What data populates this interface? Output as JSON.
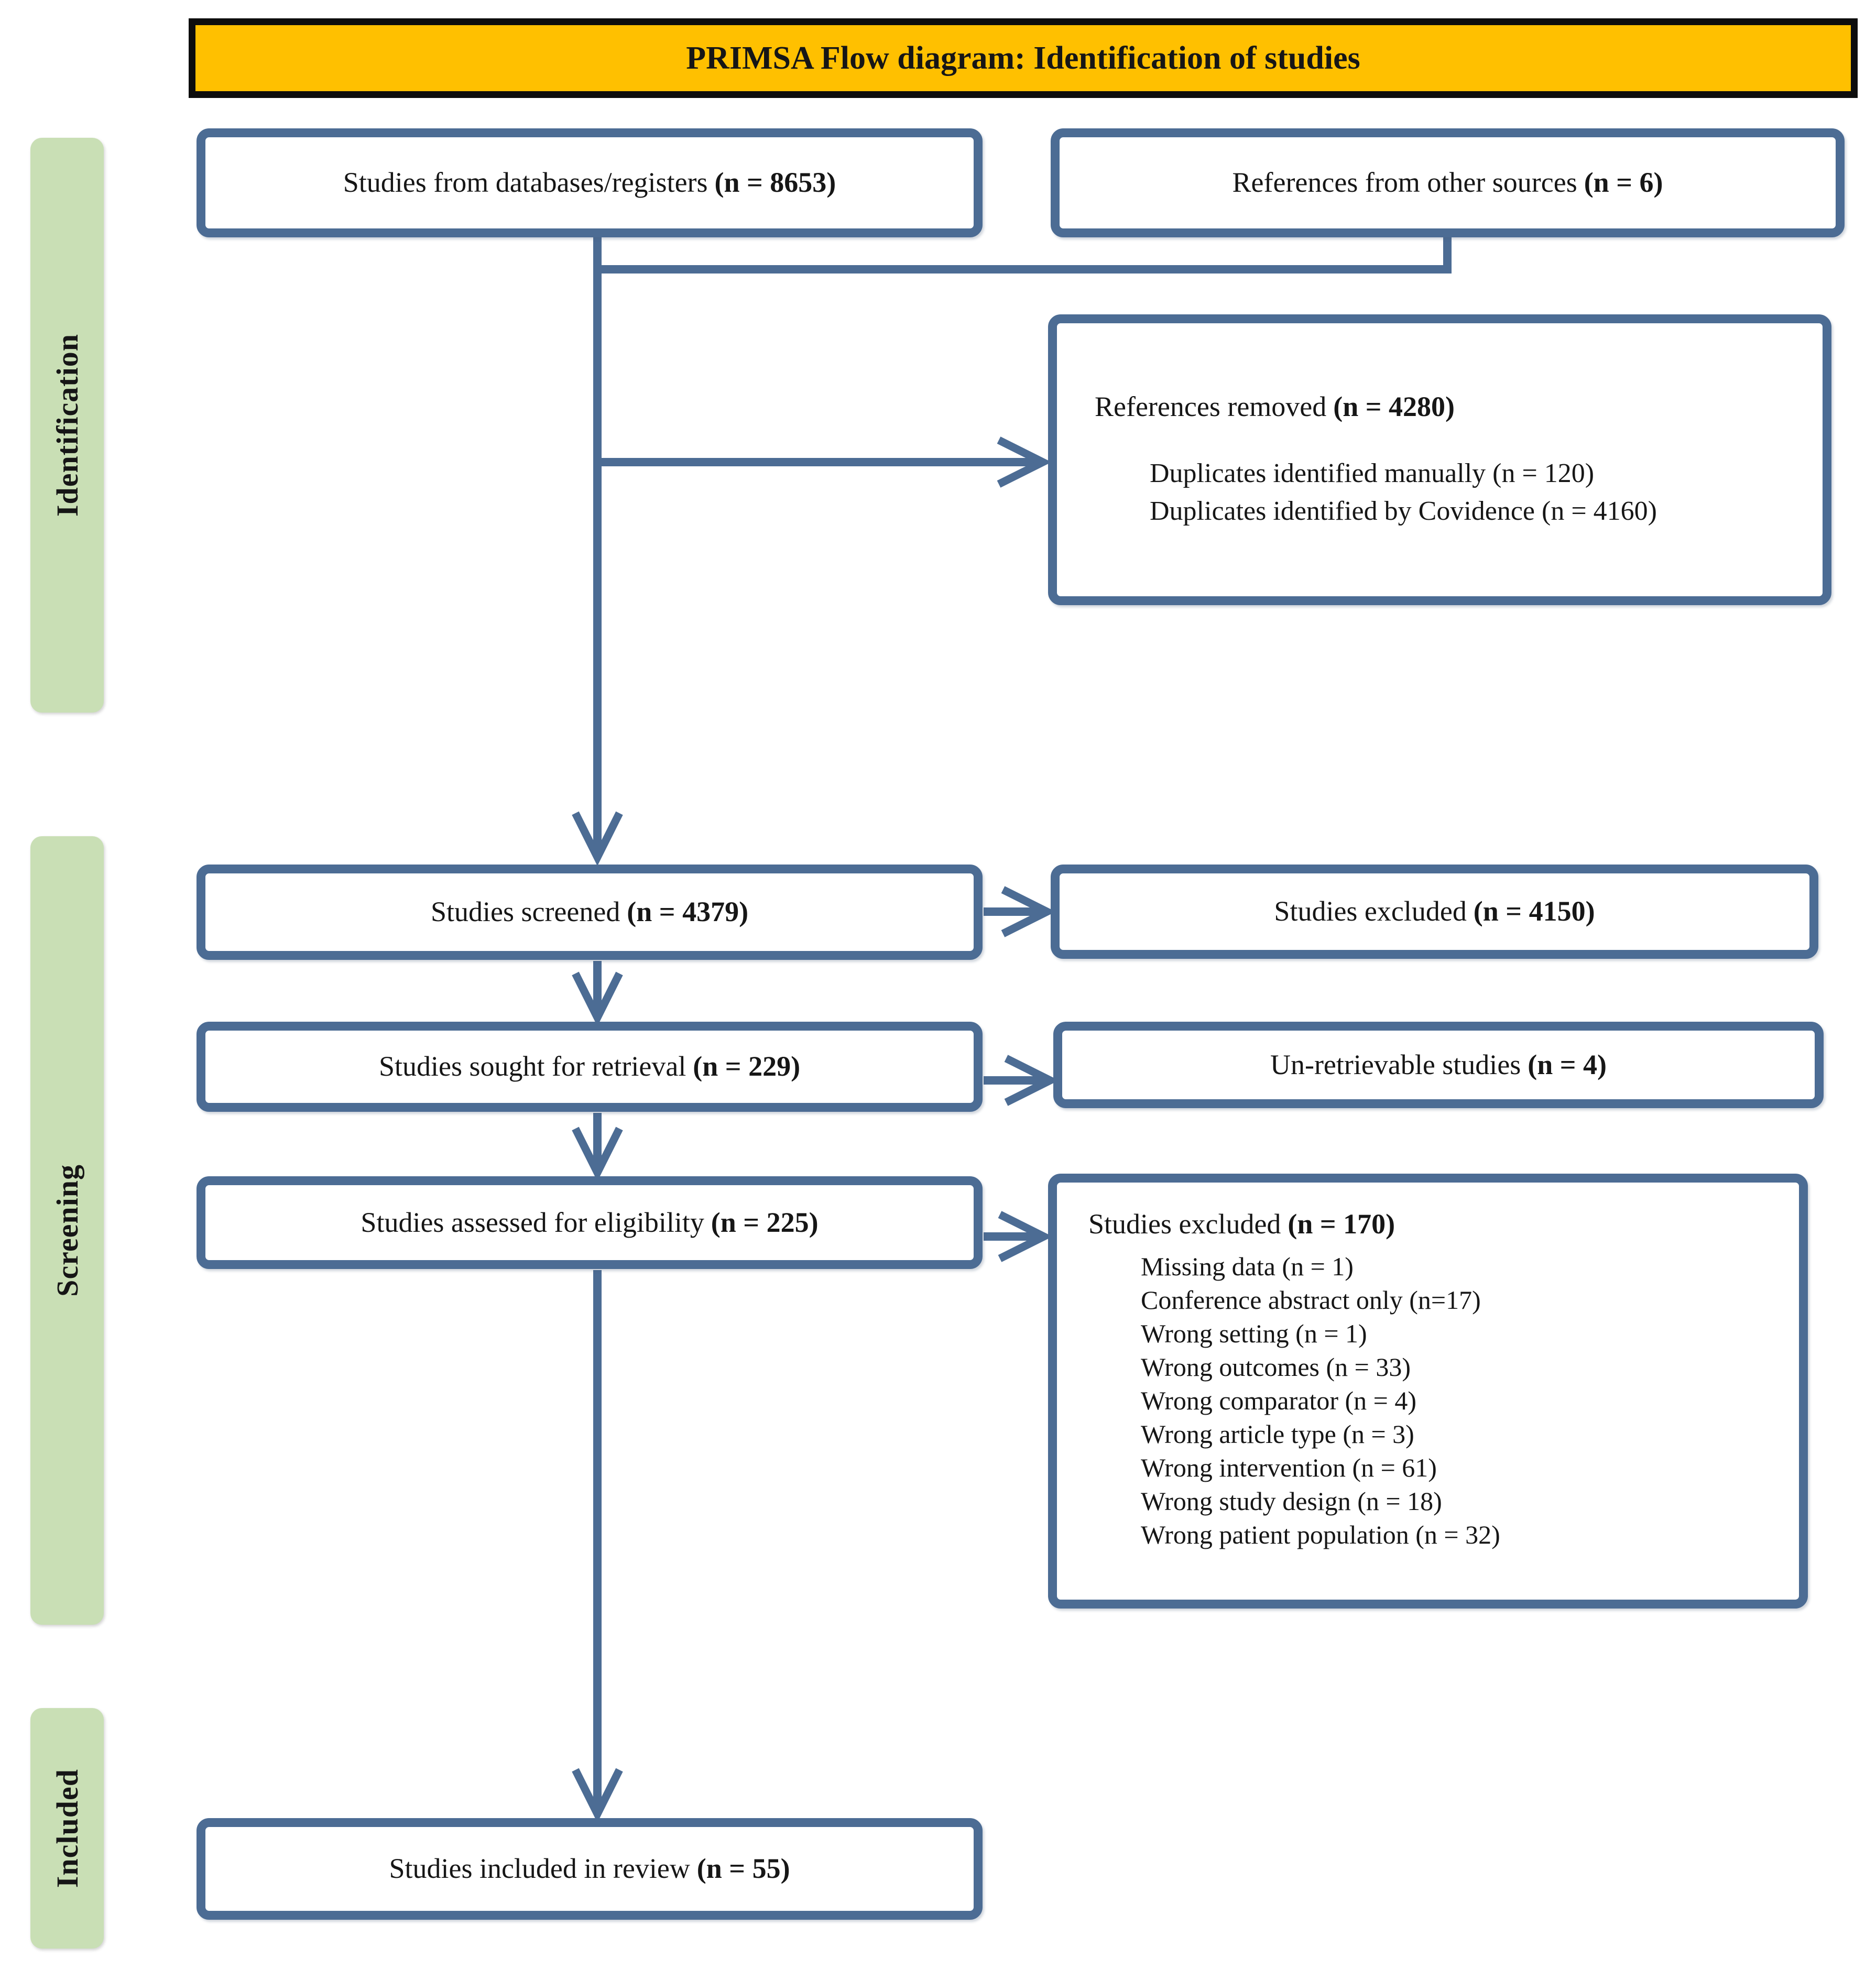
{
  "title": "PRIMSA Flow diagram: Identification of studies",
  "colors": {
    "banner-bg": "#FFC000",
    "banner-border": "#0D0D0D",
    "box-border": "#4C6C94",
    "connector": "#4C6C94",
    "stage-bg": "#C9DFB5",
    "text": "#161616"
  },
  "stages": {
    "identification": "Identification",
    "screening": "Screening",
    "included": "Included"
  },
  "boxes": {
    "databases": {
      "label": "Studies from databases/registers",
      "count": "(n = 8653)"
    },
    "other_sources": {
      "label": "References from other sources",
      "count": "(n = 6)"
    },
    "references_removed": {
      "label": "References removed",
      "count": "(n = 4280)",
      "items": [
        "Duplicates identified manually (n = 120)",
        "Duplicates identified by Covidence (n = 4160)"
      ]
    },
    "screened": {
      "label": "Studies screened",
      "count": "(n = 4379)"
    },
    "excluded_screening": {
      "label": "Studies excluded",
      "count": "(n = 4150)"
    },
    "sought": {
      "label": "Studies sought for retrieval",
      "count": "(n = 229)"
    },
    "unretrievable": {
      "label": "Un-retrievable studies",
      "count": "(n = 4)"
    },
    "assessed": {
      "label": "Studies assessed for eligibility",
      "count": "(n = 225)"
    },
    "excluded_eligibility": {
      "label": "Studies excluded",
      "count": "(n = 170)",
      "items": [
        "Missing data (n = 1)",
        "Conference abstract only (n=17)",
        "Wrong setting (n = 1)",
        "Wrong outcomes (n = 33)",
        "Wrong comparator (n = 4)",
        "Wrong article type (n = 3)",
        "Wrong intervention (n = 61)",
        "Wrong study design (n = 18)",
        "Wrong patient population (n = 32)"
      ]
    },
    "included_review": {
      "label": "Studies included in review",
      "count": "(n = 55)"
    }
  }
}
